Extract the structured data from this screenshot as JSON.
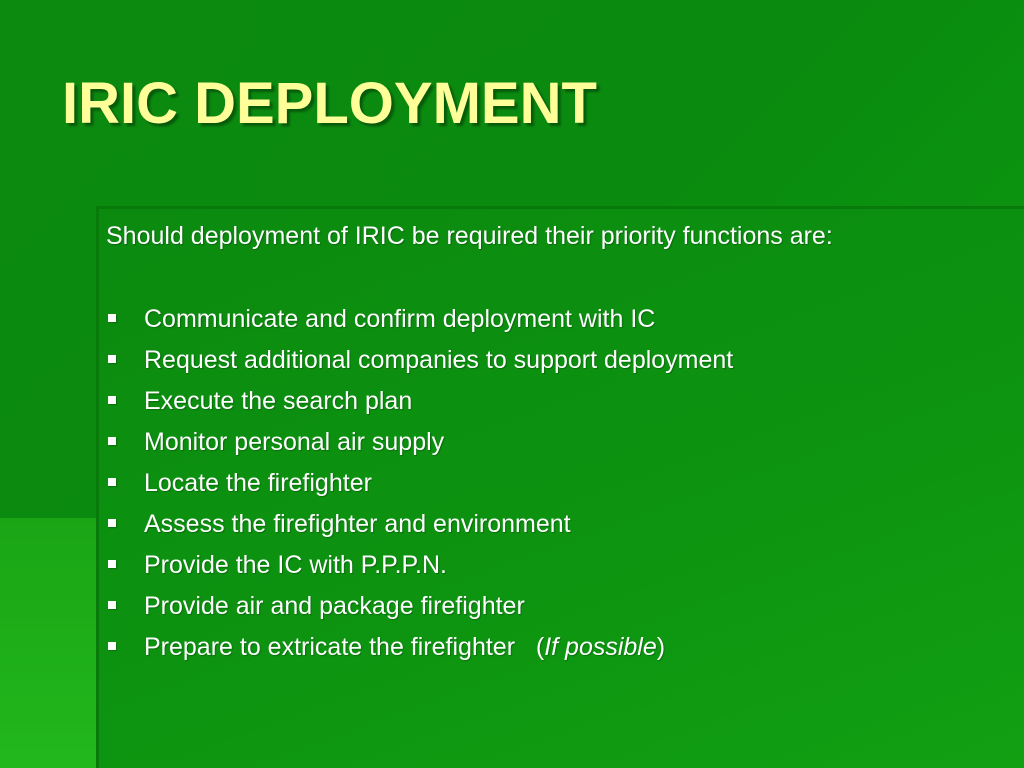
{
  "slide": {
    "title": "IRIC DEPLOYMENT",
    "intro": "Should deployment of IRIC be required their priority functions are:",
    "bullets": [
      "Communicate and confirm deployment with IC",
      "Request additional companies to support deployment",
      "Execute the search plan",
      "Monitor personal air supply",
      "Locate the firefighter",
      "Assess the firefighter and environment",
      "Provide the IC with P.P.P.N.",
      "Provide air and package firefighter"
    ],
    "last_bullet": {
      "text": "Prepare to extricate the firefighter",
      "paren_open": "(",
      "italic_note": "If possible",
      "paren_close": ")"
    },
    "bullet_icon": "square-bullet-icon"
  },
  "colors": {
    "background": "#0a8a0f",
    "title": "#ffff99",
    "text": "#ffffff"
  }
}
